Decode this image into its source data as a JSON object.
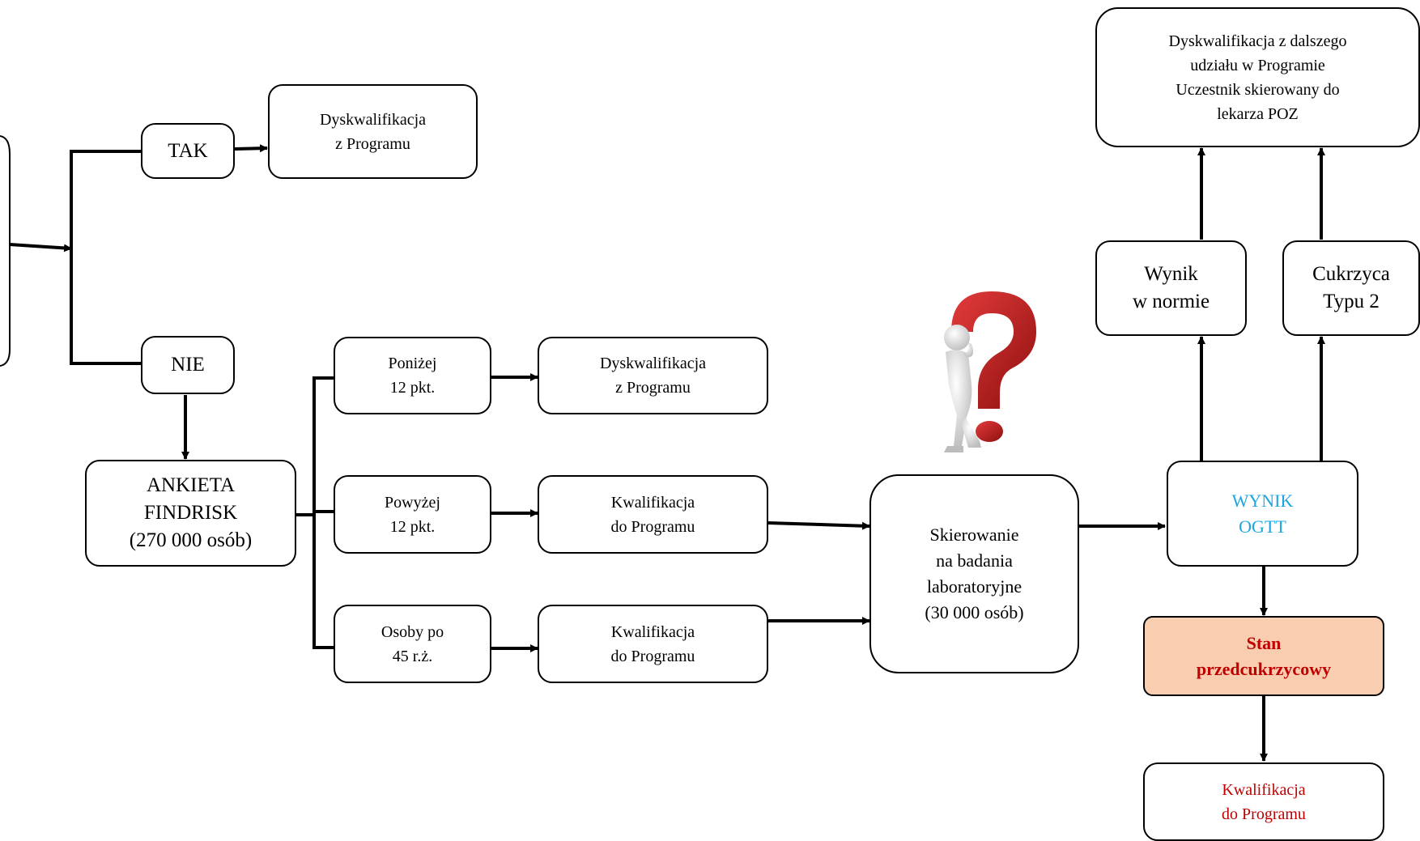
{
  "nodes": {
    "tak": "TAK",
    "nie": "NIE",
    "disq_top": [
      "Dyskwalifikacja",
      "z Programu"
    ],
    "ankieta": [
      "ANKIETA",
      "FINDRISK",
      "(270 000 osób)"
    ],
    "ponizej": [
      "Poniżej",
      "12 pkt."
    ],
    "powyzej": [
      "Powyżej",
      "12 pkt."
    ],
    "osoby": [
      "Osoby po",
      "45 r.ż."
    ],
    "disq_mid": [
      "Dyskwalifikacja",
      "z Programu"
    ],
    "kwal_1": [
      "Kwalifikacja",
      "do Programu"
    ],
    "kwal_2": [
      "Kwalifikacja",
      "do Programu"
    ],
    "skierowanie": [
      "Skierowanie",
      "na badania",
      "laboratoryjne",
      "(30 000 osób)"
    ],
    "wynik_ogtt": [
      "WYNIK",
      "OGTT"
    ],
    "wynik_norm": [
      "Wynik",
      "w normie"
    ],
    "cukrzyca": [
      "Cukrzyca",
      "Typu 2"
    ],
    "disq_poz": [
      "Dyskwalifikacja z dalszego",
      "udziału w Programie",
      "Uczestnik  skierowany do",
      "lekarza  POZ"
    ],
    "stan": [
      "Stan",
      "przedcukrzycowy"
    ],
    "kwal_final": [
      "Kwalifikacja",
      "do Programu"
    ]
  },
  "colors": {
    "ogtt_text": "#1ba6e0",
    "highlight_text": "#c00000",
    "highlight_fill": "#f9cdb0",
    "question_mark": "#c41e1e"
  },
  "icons": {
    "thinking_figure": "question-mark-figure-icon"
  }
}
